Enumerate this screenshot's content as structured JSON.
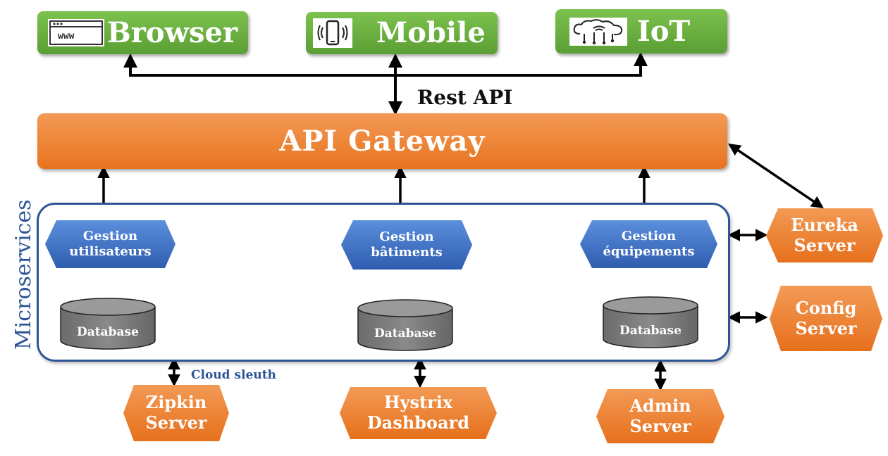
{
  "clients": [
    {
      "label": "Browser",
      "icon": "browser-www-icon"
    },
    {
      "label": "Mobile",
      "icon": "mobile-phone-icon"
    },
    {
      "label": "IoT",
      "icon": "iot-cloud-icon"
    }
  ],
  "browser_icon_text": "www",
  "rest_api": "Rest API",
  "gateway": "API Gateway",
  "microservices_title": "Microservices",
  "services": [
    {
      "line1": "Gestion",
      "line2": "utilisateurs",
      "db": "Database"
    },
    {
      "line1": "Gestion",
      "line2": "bâtiments",
      "db": "Database"
    },
    {
      "line1": "Gestion",
      "line2": "équipements",
      "db": "Database"
    }
  ],
  "side_servers": [
    {
      "line1": "Eureka",
      "line2": "Server"
    },
    {
      "line1": "Config",
      "line2": "Server"
    }
  ],
  "bottom_servers": [
    {
      "line1": "Zipkin",
      "line2": "Server"
    },
    {
      "line1": "Hystrix",
      "line2": "Dashboard"
    },
    {
      "line1": "Admin",
      "line2": "Server"
    }
  ],
  "cloud_sleuth": "Cloud sleuth",
  "colors": {
    "client_green": "#6aaf3f",
    "gateway_orange": "#ec7c2c",
    "service_blue": "#3f6fc6",
    "frame_blue": "#2d5596",
    "database_gray": "#7f7f7f"
  }
}
